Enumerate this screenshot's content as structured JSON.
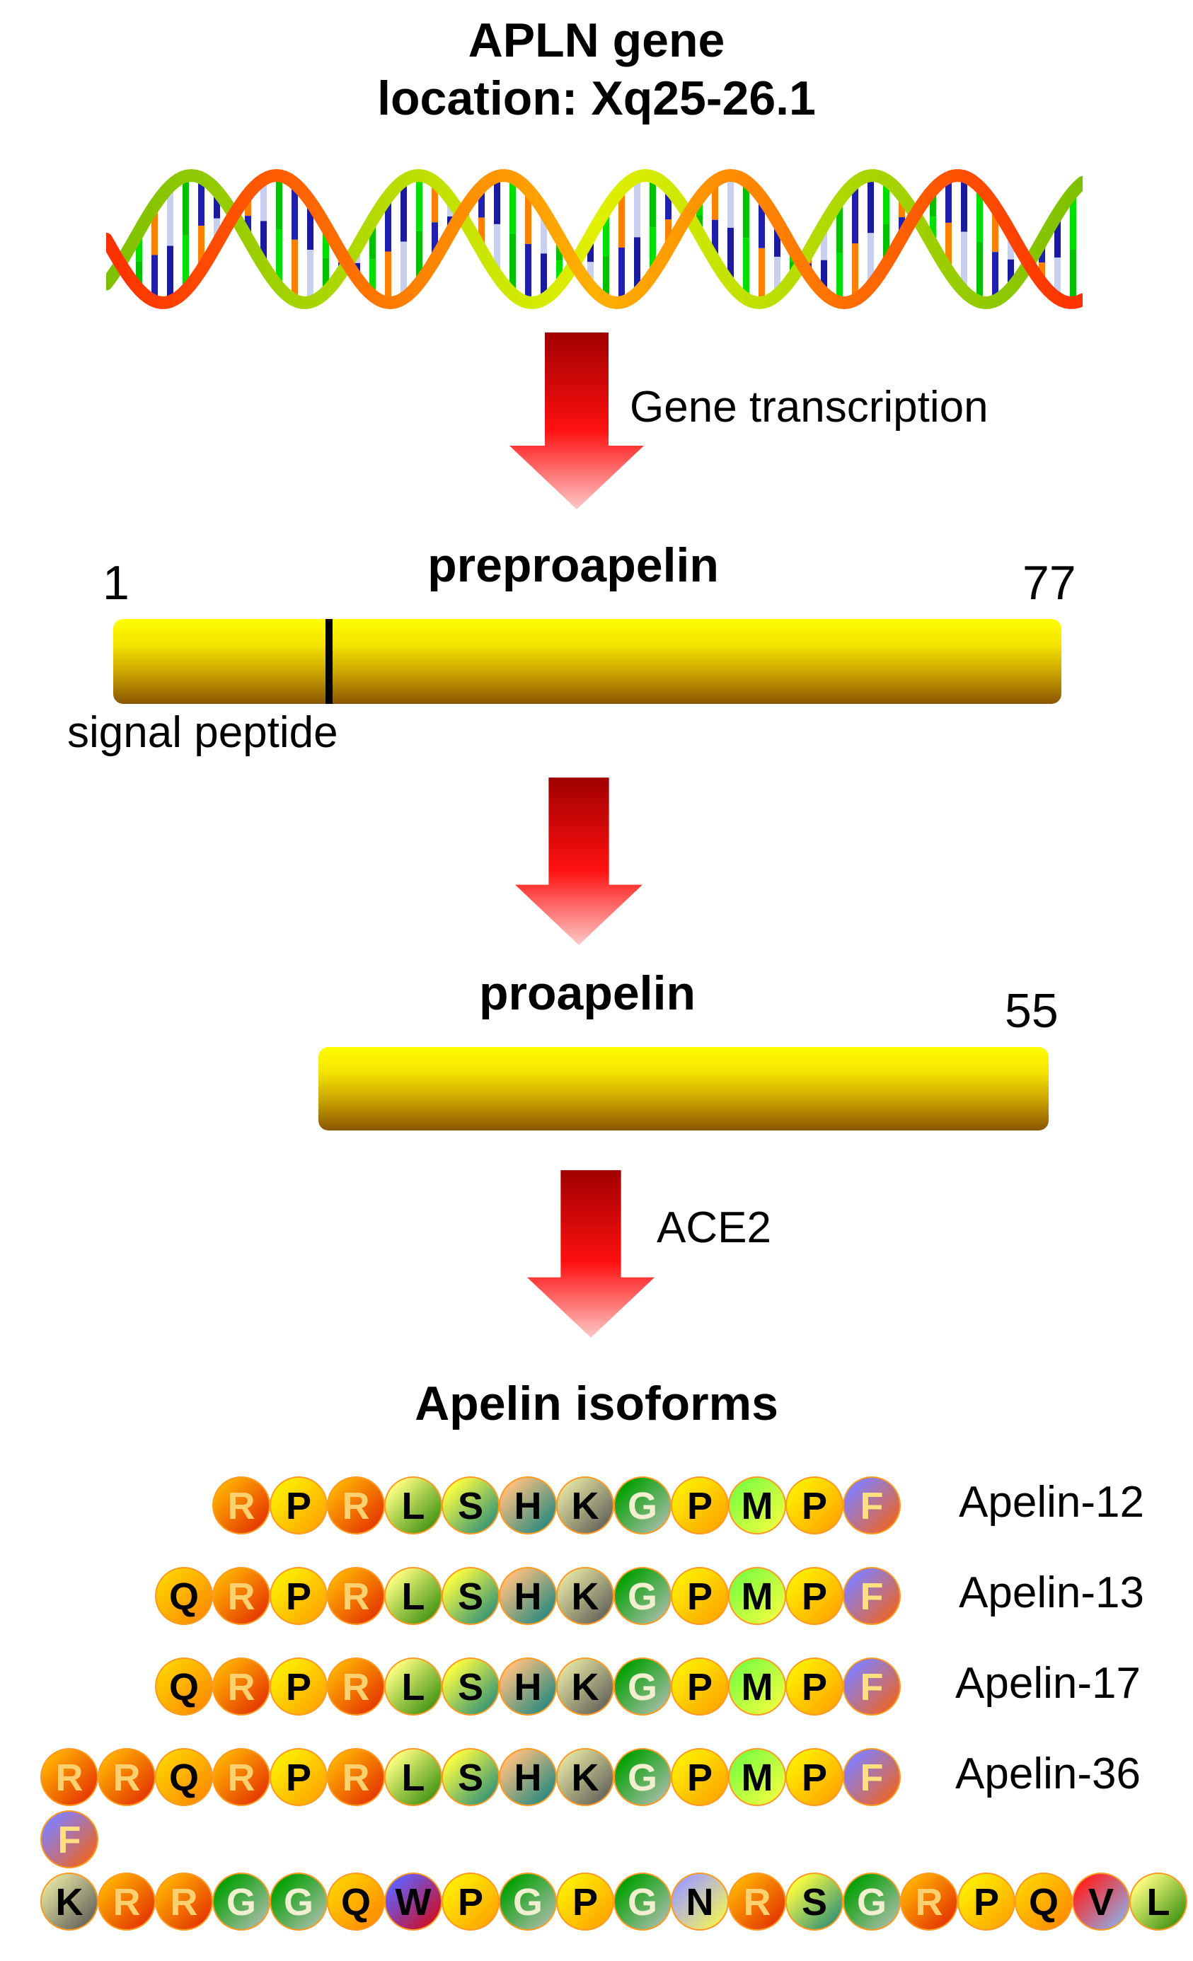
{
  "gene": {
    "title_line1": "APLN gene",
    "title_line2": "location: Xq25-26.1"
  },
  "steps": {
    "transcription": "Gene transcription",
    "enzyme": "ACE2"
  },
  "preproapelin": {
    "label": "preproapelin",
    "start": "1",
    "end": "77",
    "signal": "signal peptide"
  },
  "proapelin": {
    "label": "proapelin",
    "end": "55"
  },
  "isoforms": {
    "title": "Apelin isoforms",
    "rows": [
      {
        "name": "Apelin-12",
        "residues": [
          "R",
          "P",
          "R",
          "L",
          "S",
          "H",
          "K",
          "G",
          "P",
          "M",
          "P",
          "F"
        ]
      },
      {
        "name": "Apelin-13",
        "residues": [
          "Q",
          "R",
          "P",
          "R",
          "L",
          "S",
          "H",
          "K",
          "G",
          "P",
          "M",
          "P",
          "F"
        ]
      },
      {
        "name": "Apelin-17",
        "residues": [
          "Q",
          "R",
          "P",
          "R",
          "L",
          "S",
          "H",
          "K",
          "G",
          "P",
          "M",
          "P",
          "F"
        ]
      },
      {
        "name": "Apelin-36",
        "residues": [
          "R",
          "R",
          "Q",
          "R",
          "P",
          "R",
          "L",
          "S",
          "H",
          "K",
          "G",
          "P",
          "M",
          "P",
          "F"
        ]
      }
    ],
    "extra_F": "F",
    "tail": [
      "K",
      "R",
      "R",
      "G",
      "G",
      "Q",
      "W",
      "P",
      "G",
      "P",
      "G",
      "N",
      "R",
      "S",
      "G",
      "R",
      "P",
      "Q",
      "V",
      "L"
    ]
  }
}
